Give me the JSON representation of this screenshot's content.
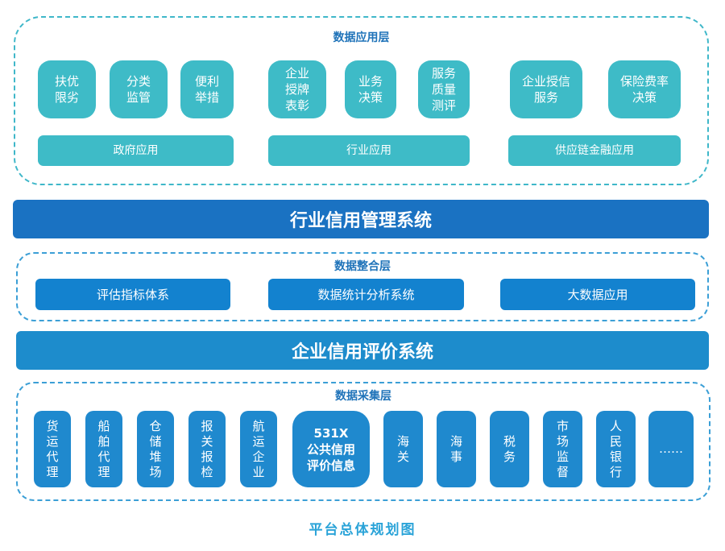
{
  "application_layer": {
    "title": "数据应用层",
    "groups": [
      {
        "items": [
          "扶优\n限劣",
          "分类\n监管",
          "便利\n举措"
        ],
        "bar": "政府应用"
      },
      {
        "items": [
          "企业\n授牌\n表彰",
          "业务\n决策",
          "服务\n质量\n测评"
        ],
        "bar": "行业应用"
      },
      {
        "items": [
          "企业授信\n服务",
          "保险费率\n决策"
        ],
        "bar": "供应链金融应用"
      }
    ]
  },
  "management_system": "行业信用管理系统",
  "integration_layer": {
    "title": "数据整合层",
    "items": [
      "评估指标体系",
      "数据统计分析系统",
      "大数据应用"
    ]
  },
  "evaluation_system": "企业信用评价系统",
  "collection_layer": {
    "title": "数据采集层",
    "items": [
      "货\n运\n代\n理",
      "船\n舶\n代\n理",
      "仓\n储\n堆\n场",
      "报\n关\n报\n检",
      "航\n运\n企\n业",
      "531X\n公共信用\n评价信息",
      "海\n关",
      "海\n事",
      "税\n务",
      "市\n场\n监\n督",
      "人\n民\n银\n行",
      "……"
    ]
  },
  "caption": "平台总体规划图"
}
